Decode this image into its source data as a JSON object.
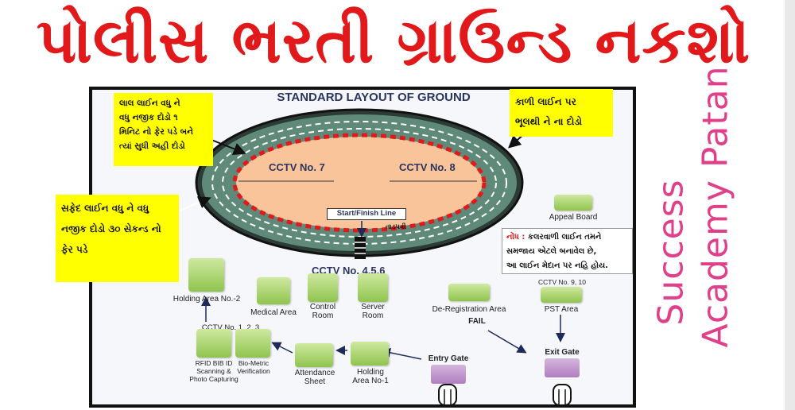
{
  "title": "પોલીસ ભરતી ગ્રાઉન્ડ નકશો",
  "ground_title": "STANDARD LAYOUT OF GROUND",
  "notes": {
    "red_line": [
      "લાલ લાઈન વધુ ને",
      "વધુ નજીક દોડો ૧",
      "મિનિટ નો ફેર પડે બને",
      "ત્યાં સુધી અહી દોડો"
    ],
    "black_line": [
      "કાળી લાઈન પર",
      "ભૂલથી ને ના દોડો"
    ],
    "white_line": [
      "સફેદ લાઈન વધુ ને વધુ",
      "નજીક દોડો ૩૦  સેકન્ડ નો",
      "ફેર પડે"
    ],
    "info_prefix": "નોંધ :",
    "info": [
      "કલરવાળી લાઈન તમને",
      "સમજાય એટલે બનાવેલ છે,",
      "આ લાઈન મેદાન પર નહિ હોય."
    ]
  },
  "track": {
    "cctv_7": "CCTV No. 7",
    "cctv_8": "CCTV No. 8",
    "start_finish": "Start/Finish Line",
    "tadpatri": "તાડપત્રી",
    "cctv_456": "CCTV No. 4,5,6"
  },
  "areas": {
    "appeal_board": "Appeal Board",
    "holding_2": "Holding Area No.-2",
    "medical": "Medical Area",
    "control_room": "Control\nRoom",
    "server_room": "Server\nRoom",
    "cctv_123": "CCTV No. 1, 2, 3",
    "rfid": "RFID BIB ID\nScanning &\nPhoto Capturing",
    "biometric": "Bio-Metric\nVerification",
    "attendance": "Attendance\nSheet",
    "holding_1": "Holding\nArea No-1",
    "de_registration": "De-Registration Area",
    "fail": "FAIL",
    "cctv_910": "CCTV No. 9, 10",
    "pst": "PST Area",
    "entry_gate": "Entry Gate",
    "exit_gate": "Exit Gate"
  },
  "watermark": {
    "line1": "Success",
    "line2": "Academy Patan"
  },
  "colors": {
    "title_red": "#e2191b",
    "note_yellow": "#ffff00",
    "track_green": "#5f8a7a",
    "infield": "#f9c49a",
    "red_line": "#e2191b",
    "area_green": "#9fcc5c",
    "gate_purple": "#c08fcf",
    "watermark_pink": "#e0408a"
  }
}
